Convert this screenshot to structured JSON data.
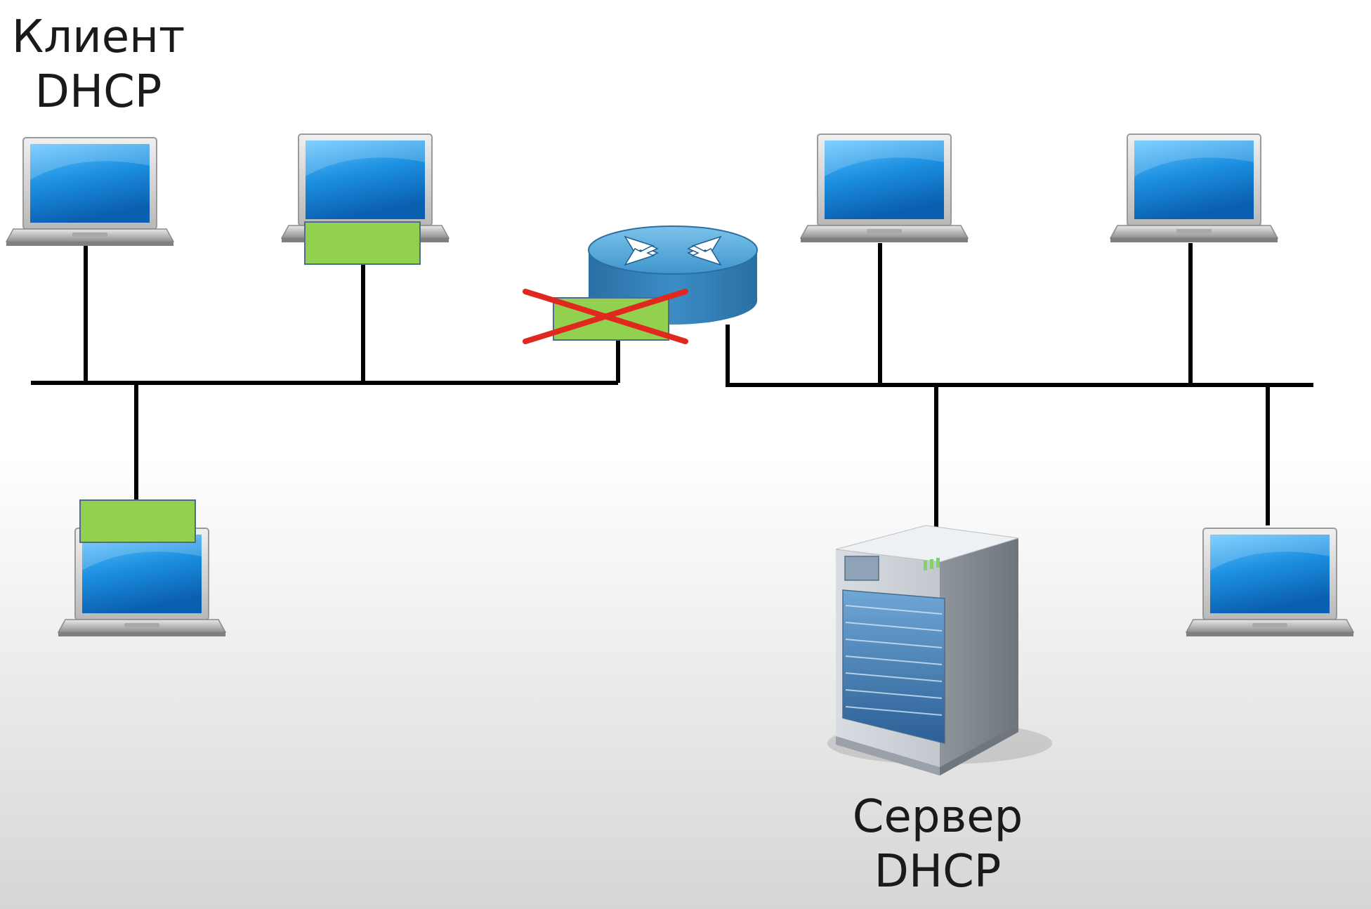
{
  "labels": {
    "client": {
      "line1": "Клиент",
      "line2": "DHCP"
    },
    "server": {
      "line1": "Сервер",
      "line2": "DHCP"
    }
  },
  "colors": {
    "wire": "#000000",
    "packet_fill": "#92d050",
    "packet_border": "#4f6b8f",
    "cross": "#e0281e",
    "router_top": "#5aa9d9",
    "router_side": "#2f7fb8",
    "screen": "#3aa0e6"
  },
  "icons": {
    "laptop": "laptop-icon",
    "router": "router-icon",
    "server": "server-icon",
    "blocked": "cross-icon"
  },
  "state": {
    "broadcast_blocked_at_router": true
  }
}
